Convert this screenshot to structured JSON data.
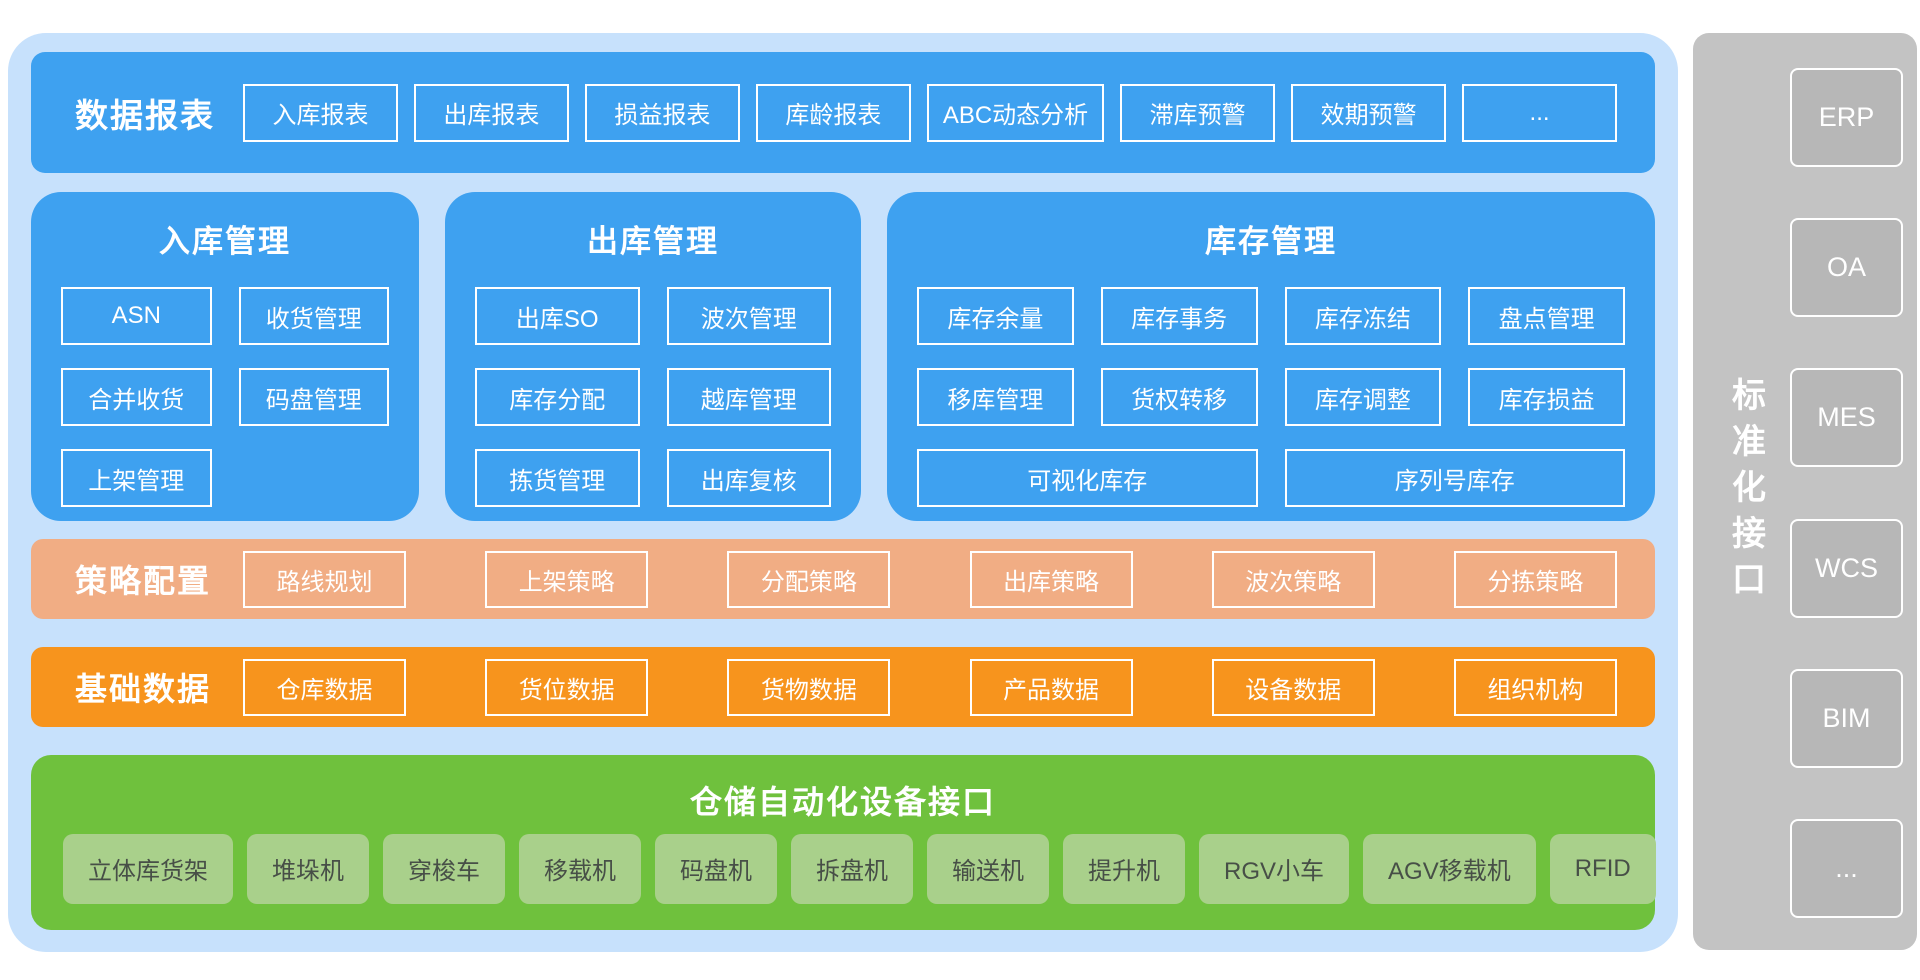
{
  "colors": {
    "light_blue": "#c7e1fc",
    "blue": "#3ea1f0",
    "salmon": "#f1ad84",
    "orange": "#f7941d",
    "green": "#6fc13d",
    "light_green": "#a9d08b",
    "gray_bar": "#c3c3c3",
    "gray_box": "#b7b7b7",
    "device_text": "#474f47"
  },
  "reports_row": {
    "title": "数据报表",
    "items": [
      "入库报表",
      "出库报表",
      "损益报表",
      "库龄报表",
      "ABC动态分析",
      "滞库预警",
      "效期预警",
      "..."
    ]
  },
  "panels": [
    {
      "title": "入库管理",
      "items": [
        "ASN",
        "收货管理",
        "合并收货",
        "码盘管理",
        "上架管理"
      ]
    },
    {
      "title": "出库管理",
      "items": [
        "出库SO",
        "波次管理",
        "库存分配",
        "越库管理",
        "拣货管理",
        "出库复核"
      ]
    },
    {
      "title": "库存管理",
      "items": [
        "库存余量",
        "库存事务",
        "库存冻结",
        "盘点管理",
        "移库管理",
        "货权转移",
        "库存调整",
        "库存损益"
      ],
      "wide_items": [
        "可视化库存",
        "序列号库存"
      ]
    }
  ],
  "strategy_row": {
    "title": "策略配置",
    "items": [
      "路线规划",
      "上架策略",
      "分配策略",
      "出库策略",
      "波次策略",
      "分拣策略"
    ]
  },
  "basic_data_row": {
    "title": "基础数据",
    "items": [
      "仓库数据",
      "货位数据",
      "货物数据",
      "产品数据",
      "设备数据",
      "组织机构"
    ]
  },
  "devices_panel": {
    "title": "仓储自动化设备接口",
    "items": [
      "立体库货架",
      "堆垛机",
      "穿梭车",
      "移载机",
      "码盘机",
      "拆盘机",
      "输送机",
      "提升机",
      "RGV小车",
      "AGV移载机",
      "RFID"
    ]
  },
  "interfaces_sidebar": {
    "title": "标准化接口",
    "items": [
      "ERP",
      "OA",
      "MES",
      "WCS",
      "BIM",
      "..."
    ]
  }
}
